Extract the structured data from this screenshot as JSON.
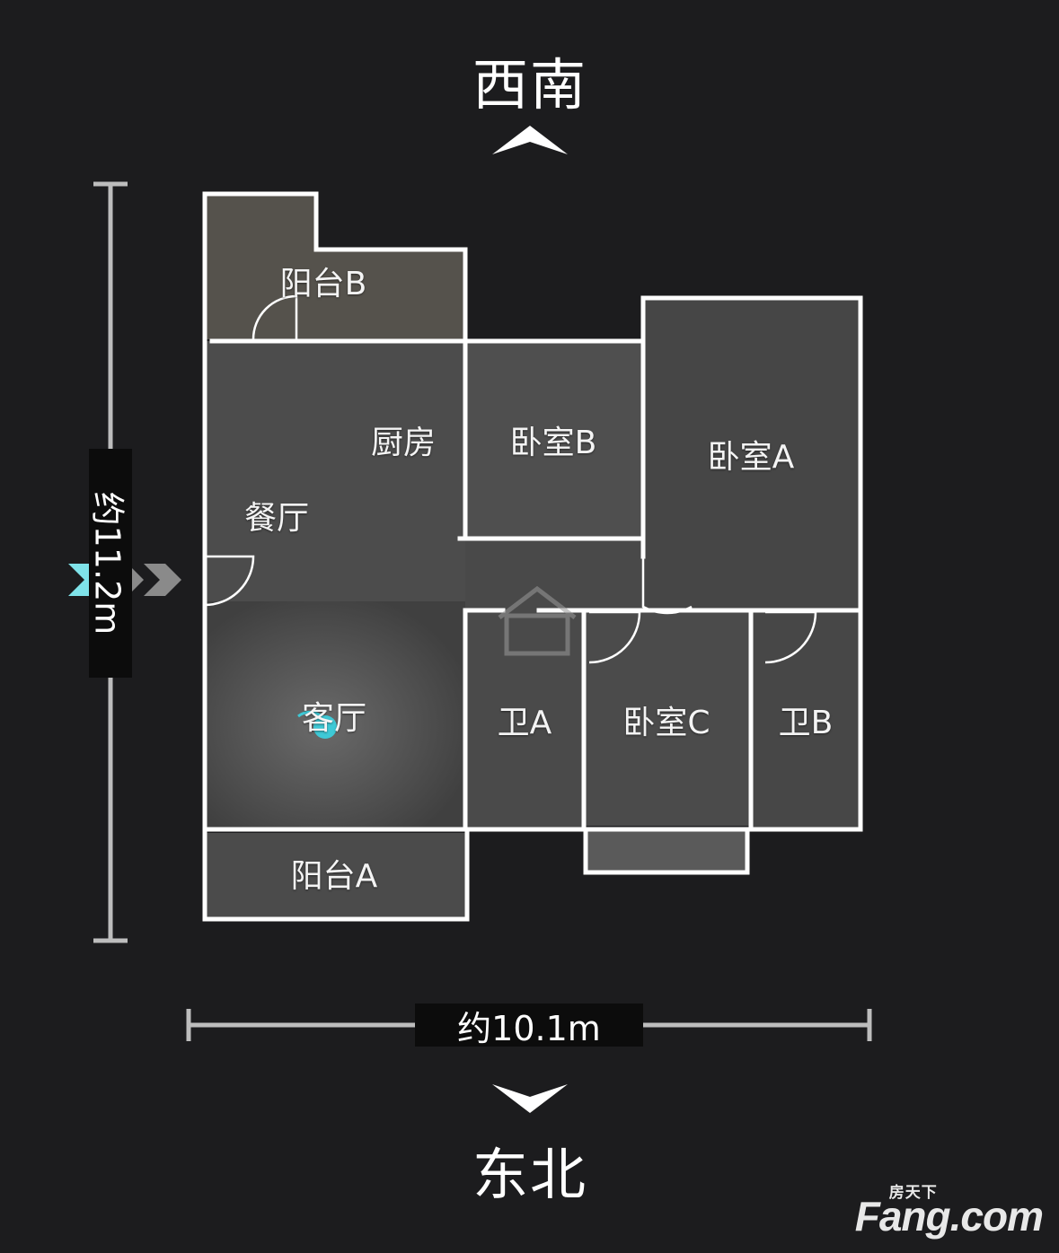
{
  "compass": {
    "top": "西南",
    "bottom": "东北"
  },
  "dimensions": {
    "height": "约11.2m",
    "width": "约10.1m"
  },
  "rooms": {
    "balcony_b": "阳台B",
    "kitchen": "厨房",
    "bedroom_b": "卧室B",
    "bedroom_a": "卧室A",
    "dining": "餐厅",
    "living": "客厅",
    "bath_a": "卫A",
    "bedroom_c": "卧室C",
    "bath_b": "卫B",
    "balcony_a": "阳台A"
  },
  "watermark": {
    "brand": "Fang.com",
    "brand_cn": "房天下"
  },
  "colors": {
    "background": "#1c1c1e",
    "floor": "#4a4a4a",
    "wall": "#ffffff",
    "marker": "#3ec9d6"
  }
}
